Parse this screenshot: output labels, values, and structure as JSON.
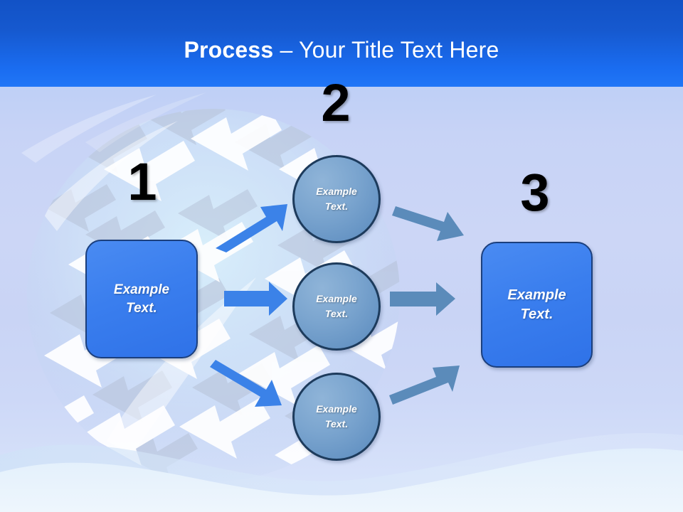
{
  "slide": {
    "title": {
      "strong": "Process",
      "separator": " – ",
      "light": "Your Title Text Here"
    },
    "colors": {
      "header_blue_top": "#1252c6",
      "header_blue_bottom": "#2076f7",
      "body_lavender": "#c9d4f5",
      "box_fill": "#3a7eee",
      "box_border": "#1b3f7d",
      "circle_fill": "#6694c4",
      "circle_border": "#1d3b5c",
      "arrow_blue": "#3b82e8",
      "arrow_steel": "#5b8bba",
      "number_black": "#000000",
      "text_white": "#ffffff"
    }
  },
  "steps": {
    "one": {
      "number": "1",
      "label_line1": "Example",
      "label_line2": "Text."
    },
    "two": {
      "number": "2"
    },
    "three": {
      "number": "3",
      "label_line1": "Example",
      "label_line2": "Text."
    }
  },
  "middle_nodes": [
    {
      "label_line1": "Example",
      "label_line2": "Text."
    },
    {
      "label_line1": "Example",
      "label_line2": "Text."
    },
    {
      "label_line1": "Example",
      "label_line2": "Text."
    }
  ],
  "connectors": [
    {
      "name": "arrow-left-to-top",
      "direction": "up-right",
      "color": "#3b82e8"
    },
    {
      "name": "arrow-left-to-middle",
      "direction": "right",
      "color": "#3b82e8"
    },
    {
      "name": "arrow-left-to-bottom",
      "direction": "down-right",
      "color": "#3b82e8"
    },
    {
      "name": "arrow-top-to-right",
      "direction": "down-right",
      "color": "#5b8bba"
    },
    {
      "name": "arrow-middle-to-right",
      "direction": "right",
      "color": "#5b8bba"
    },
    {
      "name": "arrow-bottom-to-right",
      "direction": "up-right",
      "color": "#5b8bba"
    }
  ]
}
